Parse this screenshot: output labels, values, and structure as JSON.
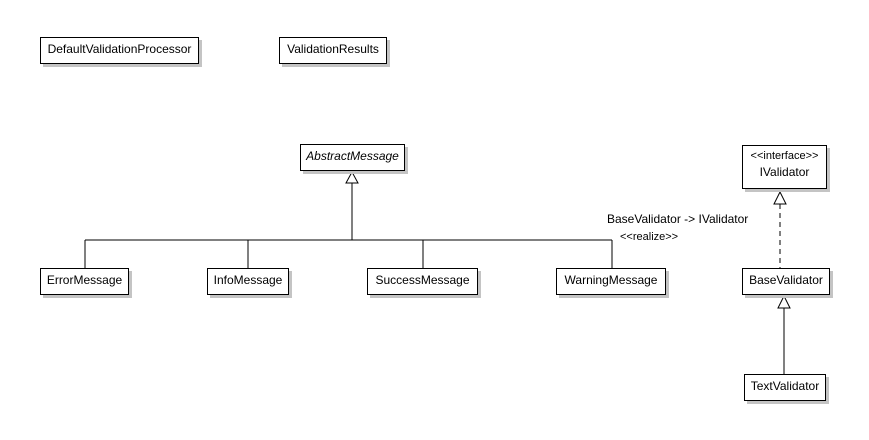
{
  "classes": {
    "default_validation_processor": "DefaultValidationProcessor",
    "validation_results": "ValidationResults",
    "abstract_message": "AbstractMessage",
    "error_message": "ErrorMessage",
    "info_message": "InfoMessage",
    "success_message": "SuccessMessage",
    "warning_message": "WarningMessage",
    "ivalidator": "IValidator",
    "ivalidator_stereotype": "<<interface>>",
    "base_validator": "BaseValidator",
    "text_validator": "TextValidator"
  },
  "relations": {
    "realization_label": "BaseValidator -> IValidator",
    "realization_stereotype": "<<realize>>"
  },
  "colors": {
    "line": "#000000",
    "shadow": "#c4c4c4",
    "background": "#ffffff"
  }
}
